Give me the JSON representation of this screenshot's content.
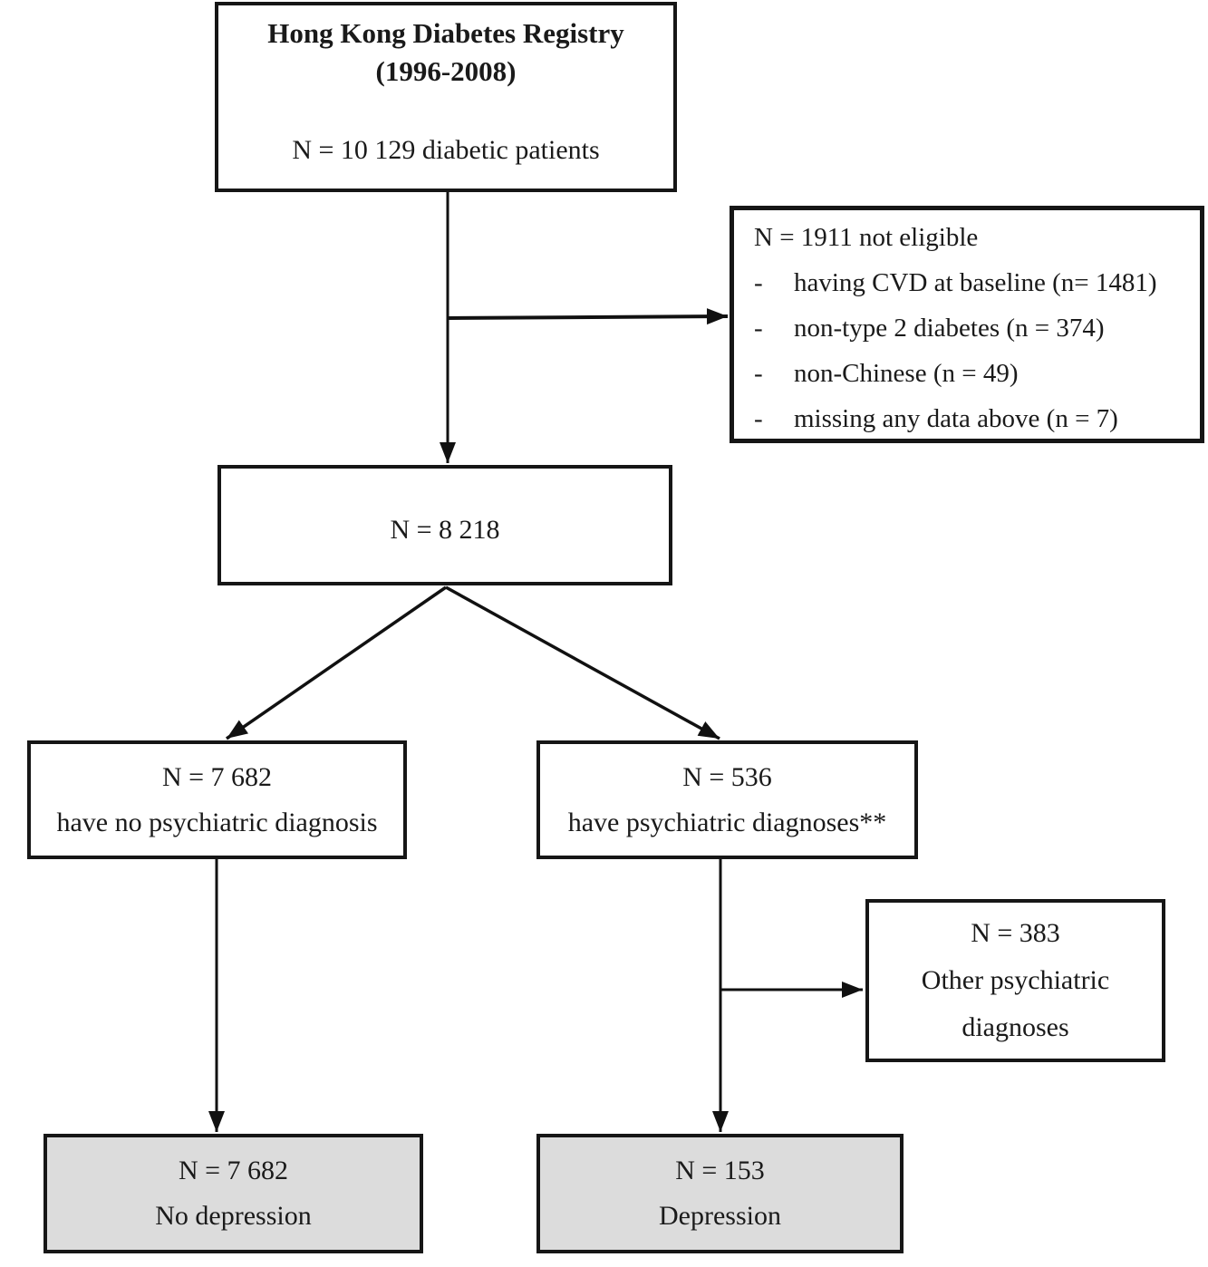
{
  "colors": {
    "background": "#ffffff",
    "box_border": "#161616",
    "shaded_fill": "#dcdcdc",
    "connector": "#111111"
  },
  "nodes": {
    "registry": {
      "title": "Hong Kong Diabetes Registry",
      "subtitle": "(1996-2008)",
      "count": "N = 10 129 diabetic patients"
    },
    "not_eligible": {
      "header": "N = 1911 not eligible",
      "items": [
        {
          "bullet": "-",
          "text": "having CVD at baseline (n= 1481)"
        },
        {
          "bullet": "-",
          "text": "non-type 2 diabetes (n = 374)"
        },
        {
          "bullet": "-",
          "text": "non-Chinese (n = 49)"
        },
        {
          "bullet": "-",
          "text": "missing any data above (n = 7)"
        }
      ]
    },
    "included": {
      "count": "N = 8 218"
    },
    "no_psych": {
      "count": "N = 7 682",
      "label": "have no psychiatric diagnosis"
    },
    "psych": {
      "count": "N = 536",
      "label": "have psychiatric diagnoses**"
    },
    "other_psych": {
      "count": "N = 383",
      "label_line1": "Other psychiatric",
      "label_line2": "diagnoses"
    },
    "no_depression": {
      "count": "N = 7 682",
      "label": "No depression"
    },
    "depression": {
      "count": "N = 153",
      "label": "Depression"
    }
  }
}
